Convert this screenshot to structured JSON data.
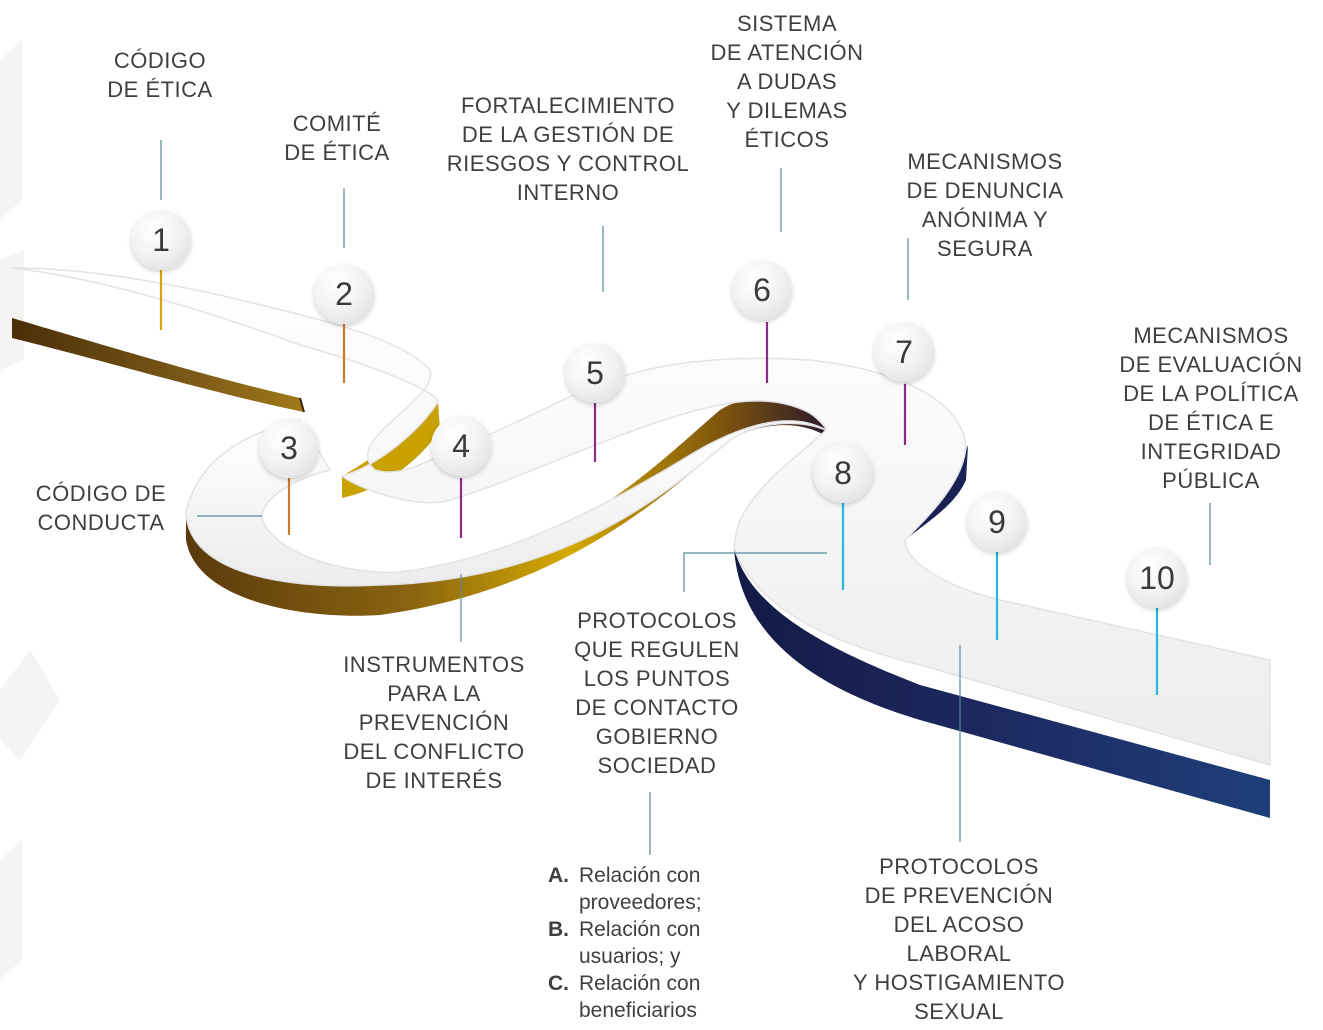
{
  "steps": [
    {
      "number": "1",
      "label": [
        "CÓDIGO",
        "DE ÉTICA"
      ]
    },
    {
      "number": "2",
      "label": [
        "COMITÉ",
        "DE ÉTICA"
      ]
    },
    {
      "number": "3",
      "label": [
        "CÓDIGO DE",
        "CONDUCTA"
      ]
    },
    {
      "number": "4",
      "label": [
        "INSTRUMENTOS",
        "PARA LA",
        "PREVENCIÓN",
        "DEL CONFLICTO",
        "DE INTERÉS"
      ]
    },
    {
      "number": "5",
      "label": [
        "FORTALECIMIENTO",
        "DE LA GESTIÓN DE",
        "RIESGOS Y CONTROL",
        "INTERNO"
      ]
    },
    {
      "number": "6",
      "label": [
        "SISTEMA",
        "DE ATENCIÓN",
        "A DUDAS",
        "Y DILEMAS",
        "ÉTICOS"
      ]
    },
    {
      "number": "7",
      "label": [
        "MECANISMOS",
        "DE DENUNCIA",
        "ANÓNIMA Y",
        "SEGURA"
      ]
    },
    {
      "number": "8",
      "label": [
        "PROTOCOLOS",
        "QUE REGULEN",
        "LOS PUNTOS",
        "DE CONTACTO",
        "GOBIERNO",
        "SOCIEDAD"
      ]
    },
    {
      "number": "9",
      "label": [
        "PROTOCOLOS",
        "DE PREVENCIÓN",
        "DEL ACOSO",
        "LABORAL",
        "Y HOSTIGAMIENTO",
        "SEXUAL"
      ]
    },
    {
      "number": "10",
      "label": [
        "MECANISMOS",
        "DE EVALUACIÓN",
        "DE LA POLÍTICA",
        "DE ÉTICA E",
        "INTEGRIDAD",
        "PÚBLICA"
      ]
    }
  ],
  "sub_items": [
    {
      "letter": "A.",
      "lines": [
        "Relación con",
        "proveedores;"
      ]
    },
    {
      "letter": "B.",
      "lines": [
        "Relación con",
        "usuarios; y"
      ]
    },
    {
      "letter": "C.",
      "lines": [
        "Relación con",
        "beneficiarios"
      ]
    }
  ],
  "colors": {
    "gold": "#c9a100",
    "brown": "#5a3a10",
    "navy": "#1c2a66",
    "pin_orange": "#d2782a",
    "pin_purple": "#8a2a8a",
    "pin_cyan": "#29b6e0",
    "leader_line": "#5a8a9a"
  }
}
